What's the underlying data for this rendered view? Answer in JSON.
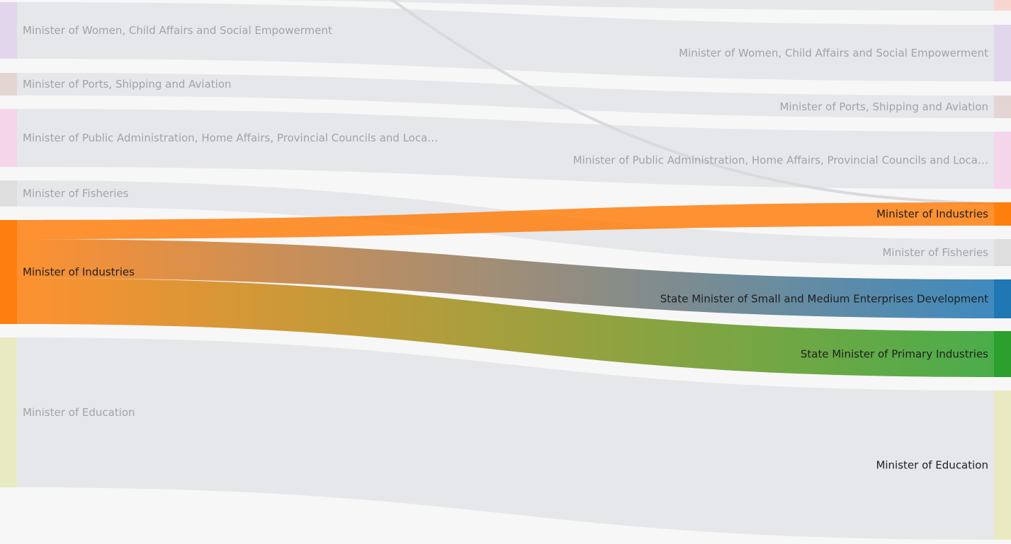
{
  "diagram": {
    "type": "sankey",
    "colors": {
      "background": "#f7f7f7",
      "muted_link": "#e6e7ea",
      "muted_text": "#a3a3a3",
      "focus_text": "#1f1f1f"
    },
    "left_nodes": [
      {
        "id": "l-women",
        "label": "Minister of Women, Child Affairs and Social Empowerment",
        "color": "#e2d6ec",
        "highlight": false
      },
      {
        "id": "l-ports",
        "label": "Minister of Ports, Shipping and Aviation",
        "color": "#e3d5d1",
        "highlight": false
      },
      {
        "id": "l-public",
        "label": "Minister of Public Administration, Home Affairs, Provincial Councils and Loca…",
        "color": "#f5d5ea",
        "highlight": false
      },
      {
        "id": "l-fisheries",
        "label": "Minister of Fisheries",
        "color": "#dedede",
        "highlight": false
      },
      {
        "id": "l-industries",
        "label": "Minister of Industries",
        "color": "#ff7f0e",
        "highlight": true
      },
      {
        "id": "l-education",
        "label": "Minister of Education",
        "color": "#eaeac2",
        "highlight": false
      }
    ],
    "right_nodes": [
      {
        "id": "r-women",
        "label": "Minister of Women, Child Affairs and Social Empowerment",
        "color": "#e2d6ec",
        "highlight": false
      },
      {
        "id": "r-ports",
        "label": "Minister of Ports, Shipping and Aviation",
        "color": "#e3d5d1",
        "highlight": false
      },
      {
        "id": "r-public",
        "label": "Minister of Public Administration, Home Affairs, Provincial Councils and Loca…",
        "color": "#f5d5ea",
        "highlight": false
      },
      {
        "id": "r-industries",
        "label": "Minister of Industries",
        "color": "#ff7f0e",
        "highlight": true
      },
      {
        "id": "r-fisheries",
        "label": "Minister of Fisheries",
        "color": "#dedede",
        "highlight": false
      },
      {
        "id": "r-sme",
        "label": "State Minister of Small and Medium Enterprises Development",
        "color": "#1f77b4",
        "highlight": true
      },
      {
        "id": "r-primary",
        "label": "State Minister of Primary Industries",
        "color": "#2ca02c",
        "highlight": true
      },
      {
        "id": "r-education",
        "label": "Minister of Education",
        "color": "#eaeac2",
        "highlight": true
      }
    ],
    "links": [
      {
        "source": "l-women",
        "target": "r-women"
      },
      {
        "source": "l-ports",
        "target": "r-ports"
      },
      {
        "source": "l-public",
        "target": "r-public"
      },
      {
        "source": "l-fisheries",
        "target": "r-fisheries"
      },
      {
        "source": "l-industries",
        "target": "r-industries"
      },
      {
        "source": "l-industries",
        "target": "r-sme"
      },
      {
        "source": "l-industries",
        "target": "r-primary"
      },
      {
        "source": "l-education",
        "target": "r-education"
      }
    ]
  }
}
